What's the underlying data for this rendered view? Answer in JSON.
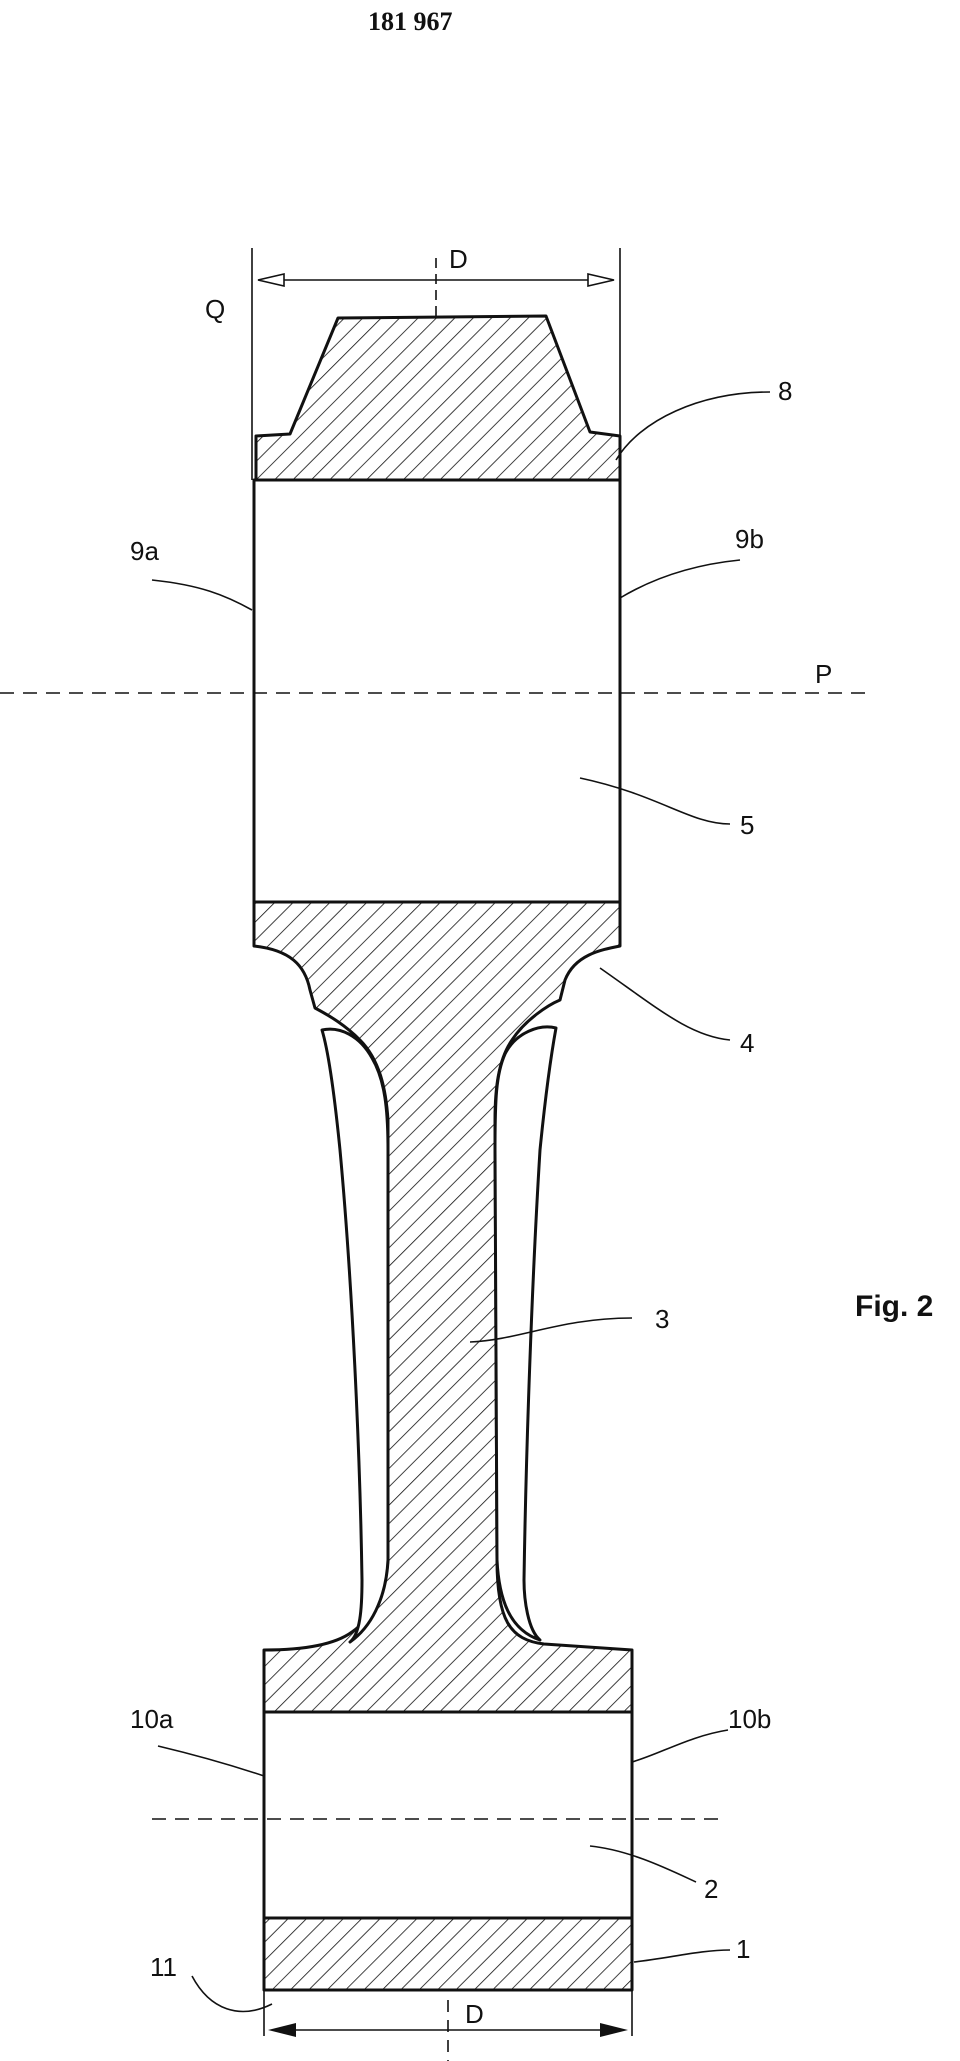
{
  "header": {
    "patent_number": "181 967"
  },
  "figure": {
    "caption": "Fig. 2",
    "dimension_top": "D",
    "dimension_bottom": "D",
    "plane_q": "Q",
    "plane_p": "P",
    "reference_numerals": {
      "n1": "1",
      "n2": "2",
      "n3": "3",
      "n4": "4",
      "n5": "5",
      "n8": "8",
      "n9a": "9a",
      "n9b": "9b",
      "n10a": "10a",
      "n10b": "10b",
      "n11": "11"
    }
  }
}
